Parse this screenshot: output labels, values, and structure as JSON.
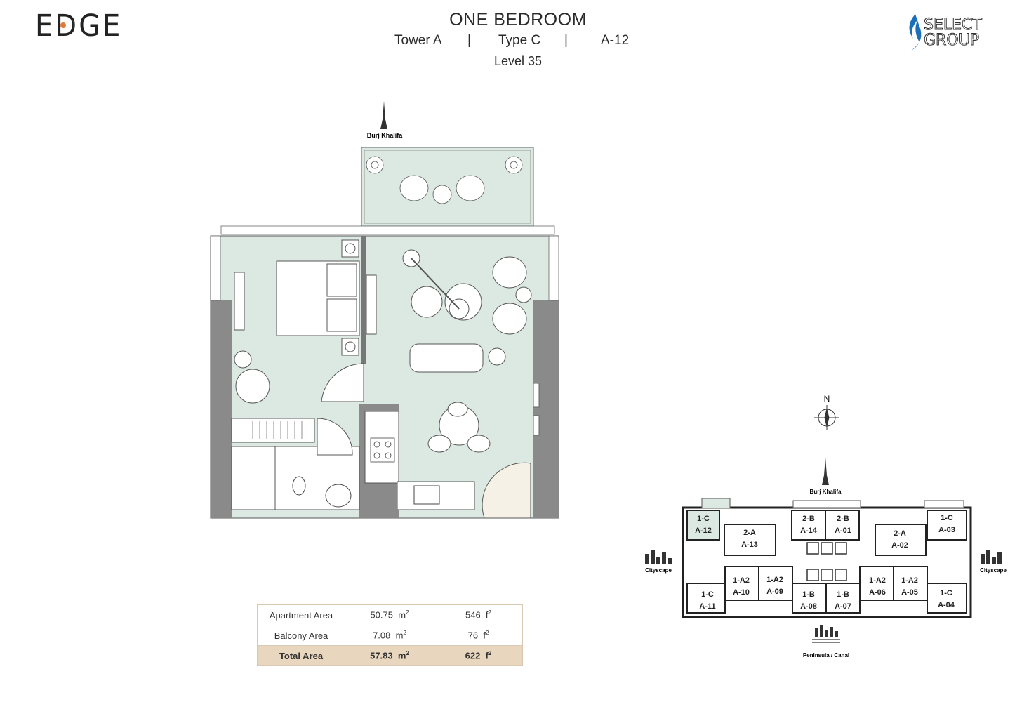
{
  "header": {
    "brand_left": "EDGE",
    "brand_right_line1": "SELECT",
    "brand_right_line2": "GROUP",
    "title": "ONE BEDROOM",
    "tower": "Tower A",
    "sep": "|",
    "type": "Type C",
    "unit": "A-12",
    "level": "Level 35"
  },
  "plan": {
    "landmark": "Burj Khalifa"
  },
  "keyplan": {
    "north": "N",
    "top_landmark": "Burj Khalifa",
    "left_view": "Cityscape",
    "right_view": "Cityscape",
    "bottom_view": "Peninsula / Canal",
    "units": [
      {
        "type": "1-C",
        "code": "A-12"
      },
      {
        "type": "2-A",
        "code": "A-13"
      },
      {
        "type": "2-B",
        "code": "A-14"
      },
      {
        "type": "2-B",
        "code": "A-01"
      },
      {
        "type": "2-A",
        "code": "A-02"
      },
      {
        "type": "1-C",
        "code": "A-03"
      },
      {
        "type": "1-C",
        "code": "A-11"
      },
      {
        "type": "1-A2",
        "code": "A-10"
      },
      {
        "type": "1-A2",
        "code": "A-09"
      },
      {
        "type": "1-B",
        "code": "A-08"
      },
      {
        "type": "1-B",
        "code": "A-07"
      },
      {
        "type": "1-A2",
        "code": "A-06"
      },
      {
        "type": "1-A2",
        "code": "A-05"
      },
      {
        "type": "1-C",
        "code": "A-04"
      }
    ]
  },
  "areas": {
    "rows": [
      {
        "label": "Apartment Area",
        "m2": "50.75",
        "sqft": "546"
      },
      {
        "label": "Balcony Area",
        "m2": "7.08",
        "sqft": "76"
      },
      {
        "label": "Total Area",
        "m2": "57.83",
        "sqft": "622"
      }
    ],
    "unit_m": "m",
    "unit_f": "f",
    "exp": "2"
  },
  "colors": {
    "floor": "#dbe9e2",
    "wall": "#8a8a8a",
    "accent_table": "#e9d6bf",
    "highlight_unit": "#dbe9e2"
  }
}
